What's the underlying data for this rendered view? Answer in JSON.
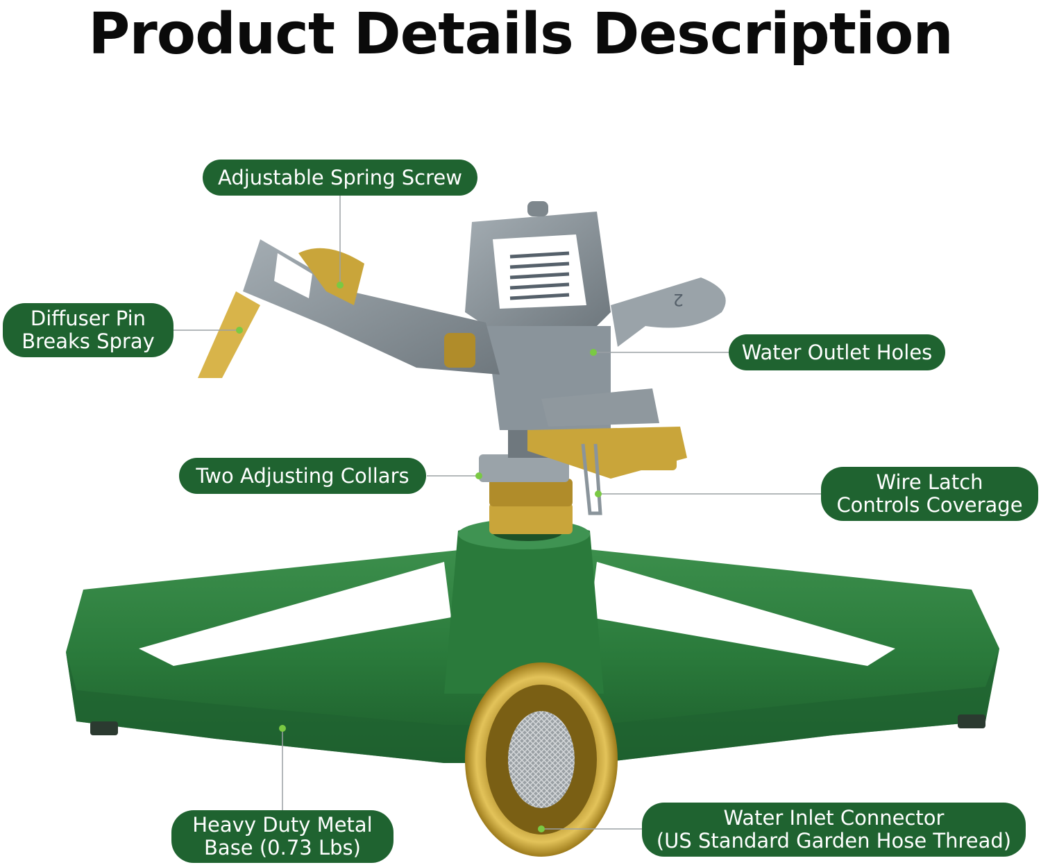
{
  "page_title": "Product Details Description",
  "callouts": {
    "spring_screw": "Adjustable Spring Screw",
    "diffuser_pin": "Diffuser Pin\nBreaks Spray",
    "outlet_holes": "Water Outlet Holes",
    "adjusting_collars": "Two Adjusting Collars",
    "wire_latch": "Wire Latch\nControls Coverage",
    "metal_base": "Heavy Duty Metal\nBase (0.73 Lbs)",
    "inlet_connector": "Water Inlet Connector\n(US Standard Garden Hose Thread)"
  },
  "colors": {
    "callout_green": "#1f6330",
    "dot_green": "#7ac943",
    "base_green": "#2a7a3b",
    "metal_gray": "#8a949b",
    "brass": "#c9a53a"
  }
}
